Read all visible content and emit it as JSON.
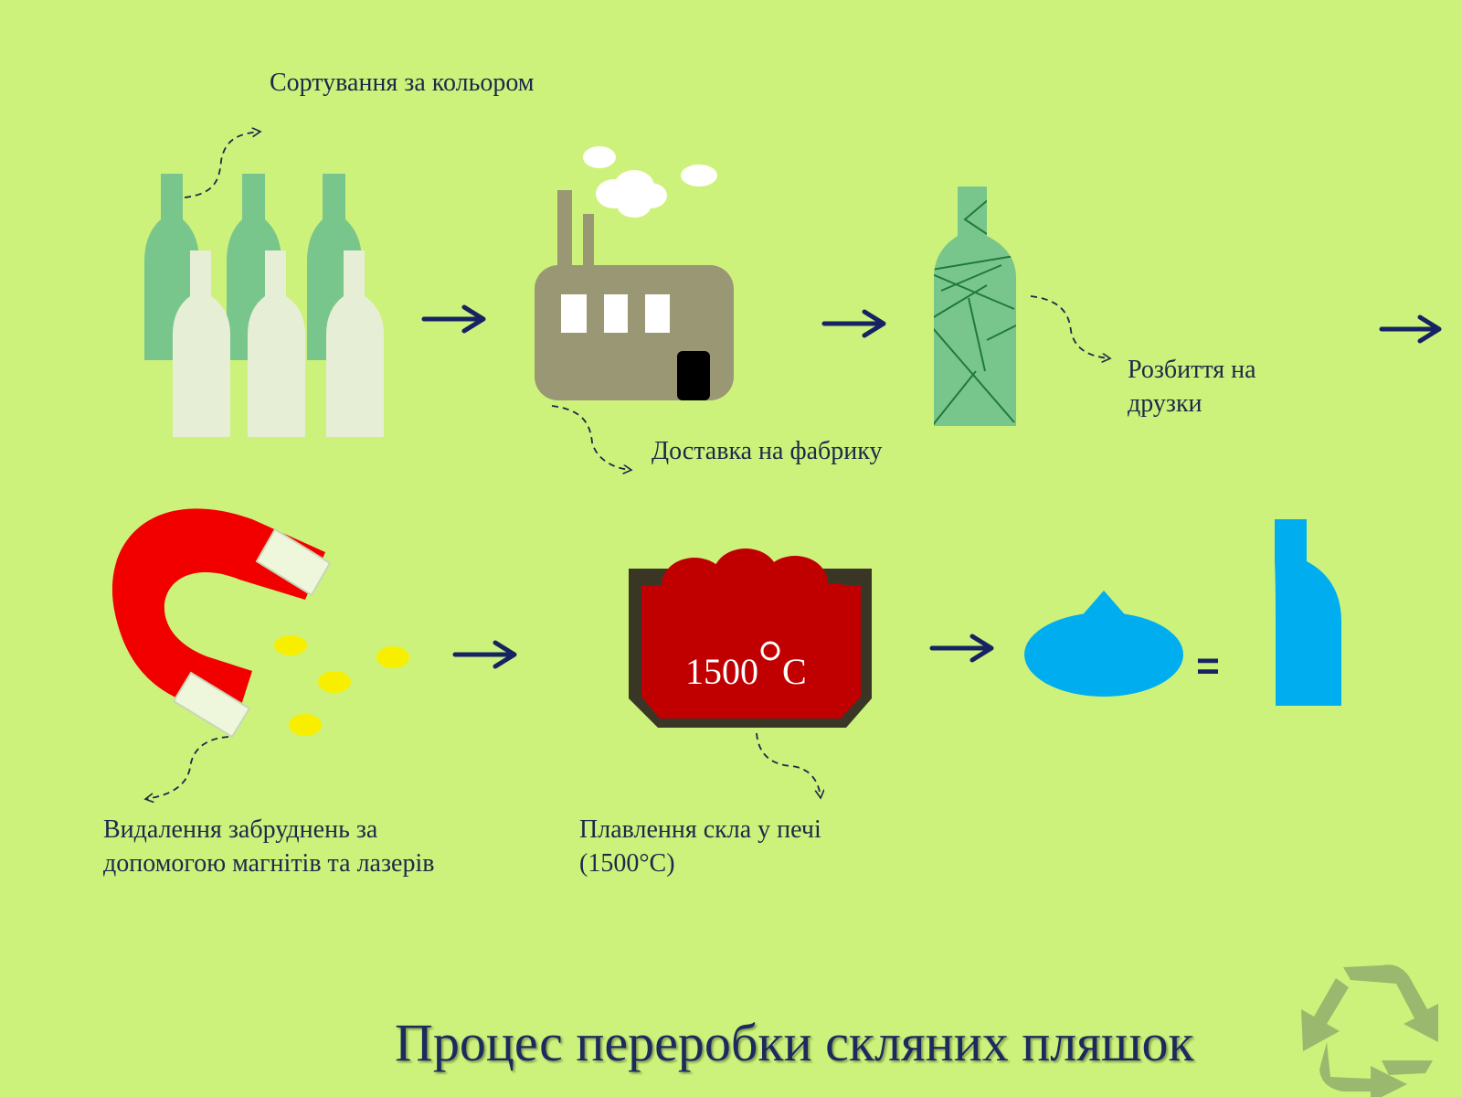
{
  "title": "Процес переробки скляних пляшок",
  "steps": {
    "sort": "Сортування за кольором",
    "delivery": "Доставка на фабрику",
    "crush_line1": "Розбиття на",
    "crush_line2": "друзки",
    "clean_line1": "Видалення забруднень за",
    "clean_line2": "допомогою магнітів та лазерів",
    "melt_line1": "Плавлення скла у печі",
    "melt_line2": "(1500°C)"
  },
  "furnace": {
    "temperature_value": "1500",
    "temperature_unit": "C"
  },
  "equals_sign": "=",
  "colors": {
    "background": "#cdf27b",
    "arrow": "#152363",
    "bottle_green": "#79c68c",
    "bottle_white": "#e6efd6",
    "factory": "#9a9775",
    "magnet_red": "#f20000",
    "particles": "#f8ef00",
    "molten_glass": "#c00000",
    "furnace_frame": "#3a3626",
    "new_glass_blue": "#00aeef",
    "recycle_symbol": "#9ab86e"
  },
  "icons": [
    "recycle-icon",
    "magnet-icon",
    "factory-icon",
    "furnace-icon"
  ]
}
